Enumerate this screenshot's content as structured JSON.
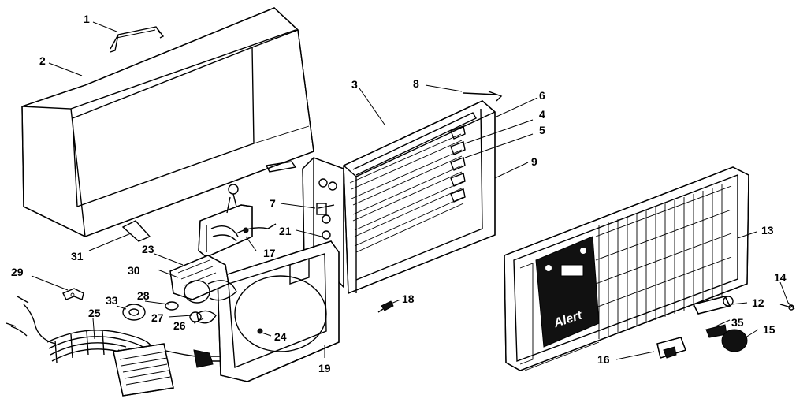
{
  "parts": [
    {
      "id": "p1",
      "label": "1"
    },
    {
      "id": "p2",
      "label": "2"
    },
    {
      "id": "p3",
      "label": "3"
    },
    {
      "id": "p4",
      "label": "4"
    },
    {
      "id": "p5",
      "label": "5"
    },
    {
      "id": "p6",
      "label": "6"
    },
    {
      "id": "p7",
      "label": "7"
    },
    {
      "id": "p8",
      "label": "8"
    },
    {
      "id": "p9",
      "label": "9"
    },
    {
      "id": "p12",
      "label": "12"
    },
    {
      "id": "p13",
      "label": "13"
    },
    {
      "id": "p14",
      "label": "14"
    },
    {
      "id": "p15",
      "label": "15"
    },
    {
      "id": "p16",
      "label": "16"
    },
    {
      "id": "p17",
      "label": "17"
    },
    {
      "id": "p18",
      "label": "18"
    },
    {
      "id": "p19",
      "label": "19"
    },
    {
      "id": "p21",
      "label": "21"
    },
    {
      "id": "p23",
      "label": "23"
    },
    {
      "id": "p24",
      "label": "24"
    },
    {
      "id": "p25",
      "label": "25"
    },
    {
      "id": "p26",
      "label": "26"
    },
    {
      "id": "p27",
      "label": "27"
    },
    {
      "id": "p28",
      "label": "28"
    },
    {
      "id": "p29",
      "label": "29"
    },
    {
      "id": "p30",
      "label": "30"
    },
    {
      "id": "p31",
      "label": "31"
    },
    {
      "id": "p33",
      "label": "33"
    },
    {
      "id": "p35",
      "label": "35"
    }
  ],
  "brand_logo_text": "Alert"
}
